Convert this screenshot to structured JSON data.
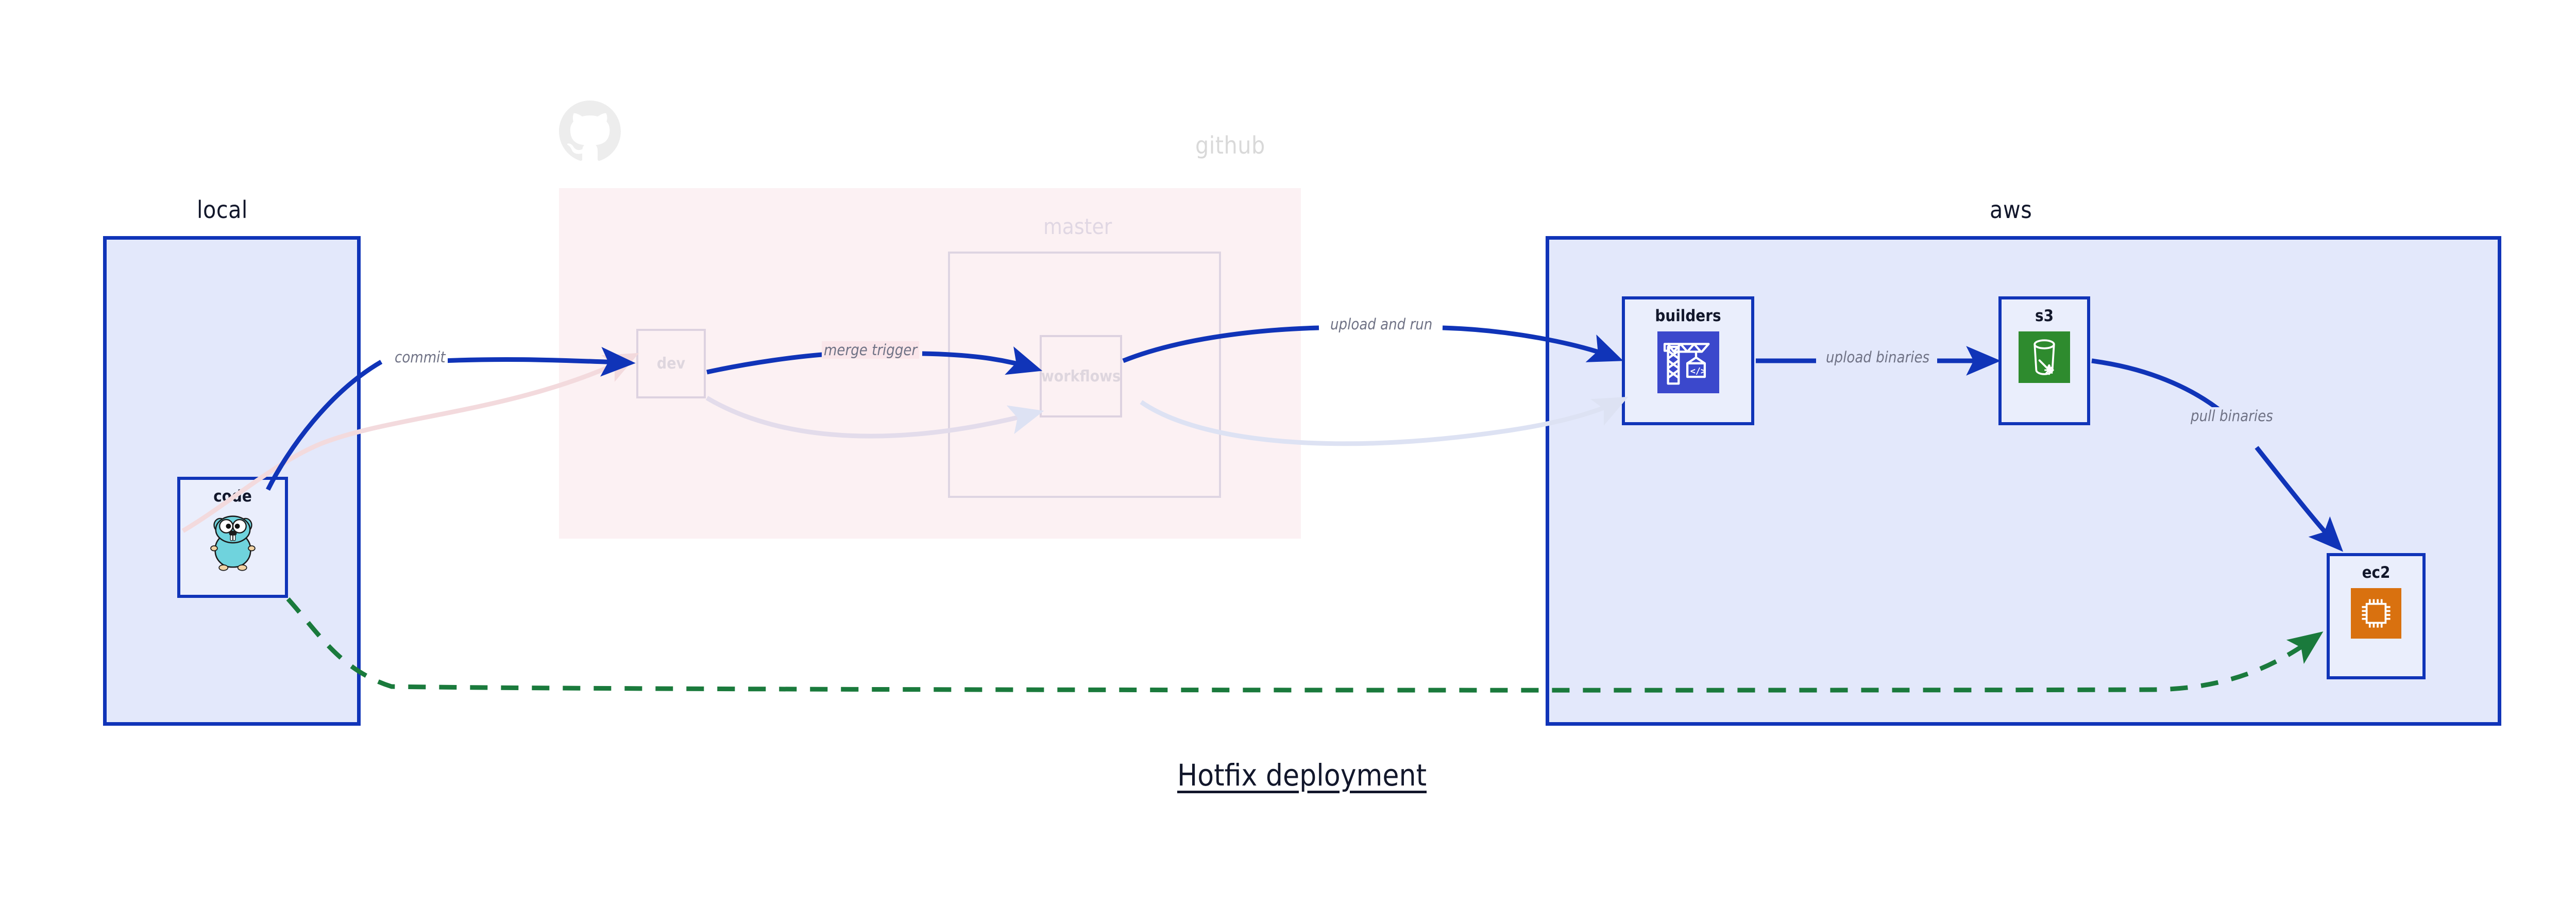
{
  "diagram": {
    "title": "Hotfix deployment",
    "accent_blue": "#1034b8",
    "group_fill_blue": "#e3e8fb",
    "group_fill_pink": "#fae6ea",
    "dashed_green": "#1a7a3c",
    "label_gray": "#6f7285"
  },
  "groups": [
    {
      "id": "local",
      "title": "local"
    },
    {
      "id": "github",
      "title": "github"
    },
    {
      "id": "aws",
      "title": "aws"
    }
  ],
  "github_inner": {
    "master_title": "master"
  },
  "nodes": [
    {
      "id": "code",
      "label": "code",
      "icon": "go-gopher-icon"
    },
    {
      "id": "dev",
      "label": "dev",
      "icon": "none"
    },
    {
      "id": "workflows",
      "label": "workflows",
      "icon": "none"
    },
    {
      "id": "builders",
      "label": "builders",
      "icon": "aws-crane-builder-icon"
    },
    {
      "id": "s3",
      "label": "s3",
      "icon": "aws-s3-bucket-icon"
    },
    {
      "id": "ec2",
      "label": "ec2",
      "icon": "aws-ec2-chip-icon"
    }
  ],
  "edges": [
    {
      "id": "commit",
      "label": "commit",
      "from": "code",
      "to": "dev",
      "style": "solid-blue"
    },
    {
      "id": "merge-trigger",
      "label": "merge trigger",
      "from": "dev",
      "to": "workflows",
      "style": "solid-blue"
    },
    {
      "id": "upload-and-run",
      "label": "upload and run",
      "from": "workflows",
      "to": "builders",
      "style": "solid-blue"
    },
    {
      "id": "upload-binaries",
      "label": "upload binaries",
      "from": "builders",
      "to": "s3",
      "style": "solid-blue"
    },
    {
      "id": "pull-binaries",
      "label": "pull binaries",
      "from": "s3",
      "to": "ec2",
      "style": "solid-blue"
    },
    {
      "id": "hotfix-direct",
      "label": "",
      "from": "code",
      "to": "ec2",
      "style": "dashed-green"
    }
  ],
  "icons": {
    "github_logo": "github-octocat-icon"
  }
}
